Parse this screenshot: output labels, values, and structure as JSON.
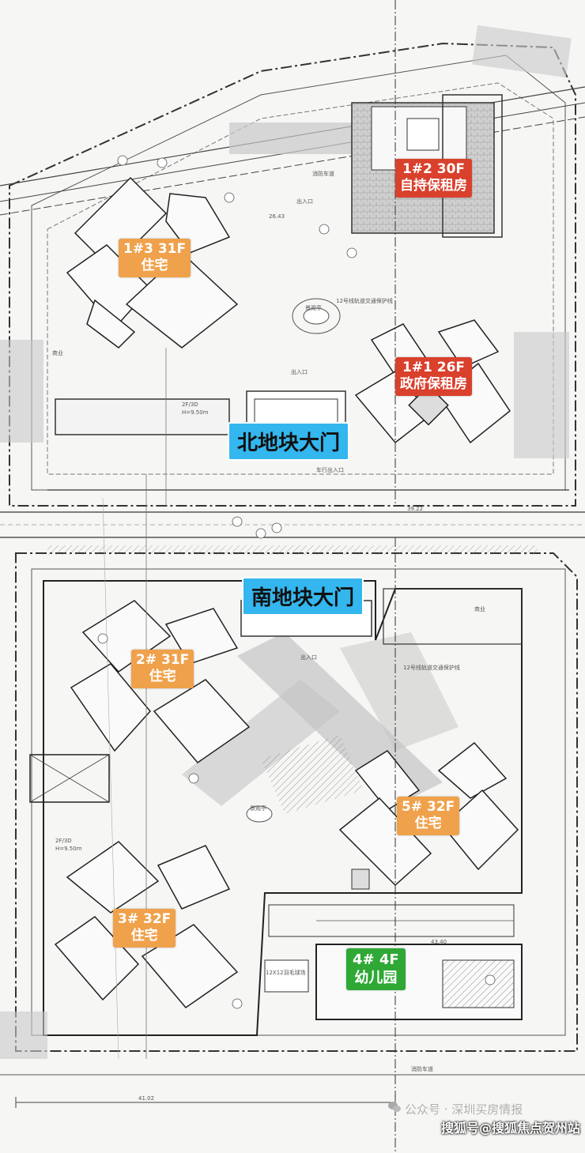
{
  "north_plot": {
    "gate_label": "北地块大门",
    "buildings": [
      {
        "id": "b1-3",
        "line1": "1#3 31F",
        "line2": "住宅",
        "color": "#f0a14b"
      },
      {
        "id": "b1-2",
        "line1": "1#2 30F",
        "line2": "自持保租房",
        "color": "#d9412d"
      },
      {
        "id": "b1-1",
        "line1": "1#1 26F",
        "line2": "政府保租房",
        "color": "#d9412d"
      }
    ]
  },
  "south_plot": {
    "gate_label": "南地块大门",
    "buildings": [
      {
        "id": "b2",
        "line1": "2# 31F",
        "line2": "住宅",
        "color": "#f0a14b"
      },
      {
        "id": "b5",
        "line1": "5# 32F",
        "line2": "住宅",
        "color": "#f0a14b"
      },
      {
        "id": "b3",
        "line1": "3# 32F",
        "line2": "住宅",
        "color": "#f0a14b"
      },
      {
        "id": "b4",
        "line1": "4# 4F",
        "line2": "幼儿园",
        "color": "#2fa836"
      }
    ]
  },
  "small_text": {
    "shop": "商业",
    "entrance": "出入口",
    "car_entrance": "车行出入口",
    "fire_lane": "消防车道",
    "metro_line": "12号线轨道交通保护线",
    "pavilion": "景观亭",
    "court": "12X12羽毛球场",
    "dim1": "39.22",
    "dim2": "41.02",
    "dim3": "43.40",
    "dim4": "26.43",
    "floor_note": "2F/3D",
    "height_note": "H=9.50m"
  },
  "watermark": {
    "wechat_line": "公众号 · 深圳买房情报",
    "sohu_line": "搜狐号@搜狐焦点贺州站"
  }
}
